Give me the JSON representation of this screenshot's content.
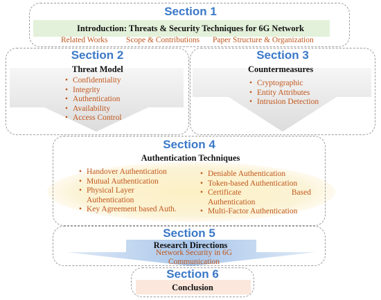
{
  "section1": {
    "title": "Section 1",
    "heading": "Introduction: Threats & Security Techniques for 6G Network",
    "links": [
      "Related Works",
      "Scope & Contributions",
      "Paper Structure & Organization"
    ]
  },
  "section2": {
    "title": "Section 2",
    "heading": "Threat Model",
    "items": [
      "Confidentiality",
      "Integrity",
      "Authentication",
      "Availability",
      "Access Control"
    ]
  },
  "section3": {
    "title": "Section 3",
    "heading": "Countermeasures",
    "items": [
      "Cryptographic",
      "Entity Attributes",
      "Intrusion Detection"
    ]
  },
  "section4": {
    "title": "Section 4",
    "heading": "Authentication Techniques",
    "left_items": [
      "Handover Authentication",
      "Mutual Authentication",
      "Physical Layer Authentication",
      "Key Agreement based Auth."
    ],
    "right_items": [
      "Deniable Authentication",
      "Token-based Authentication",
      "Certificate Based Authentication",
      "Multi-Factor Authentication"
    ]
  },
  "section5": {
    "title": "Section 5",
    "heading": "Research Directions",
    "subtext": "Network Security in 6G Communication"
  },
  "section6": {
    "title": "Section 6",
    "heading": "Conclusion"
  },
  "colors": {
    "section_title": "#3a78c8",
    "item_text": "#c0561b",
    "intro_band": "#e3f1da",
    "arrow_fill": "#e7e7e7",
    "auth_ellipse": "#fbf0c8",
    "research_arrow": "#b9d2ee",
    "conclusion_fill": "#fbe7dc"
  }
}
